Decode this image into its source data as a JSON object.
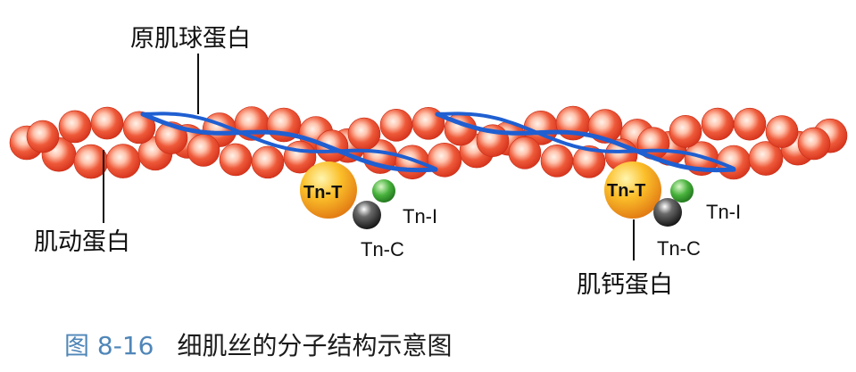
{
  "labels": {
    "tropomyosin": "原肌球蛋白",
    "actin": "肌动蛋白",
    "troponin": "肌钙蛋白"
  },
  "subunits": {
    "tnt": "Tn-T",
    "tni": "Tn-I",
    "tnc": "Tn-C"
  },
  "caption": {
    "number": "图 8-16",
    "title": "细肌丝的分子结构示意图"
  },
  "colors": {
    "actin_bead": "#e8492c",
    "actin_highlight": "#ffd7c8",
    "tropomyosin": "#1f5fd1",
    "tnt_ball": "#f7a21b",
    "tni_ball": "#3aa536",
    "tnc_ball": "#1a1a1a",
    "caption_number": "#4f86b8"
  }
}
